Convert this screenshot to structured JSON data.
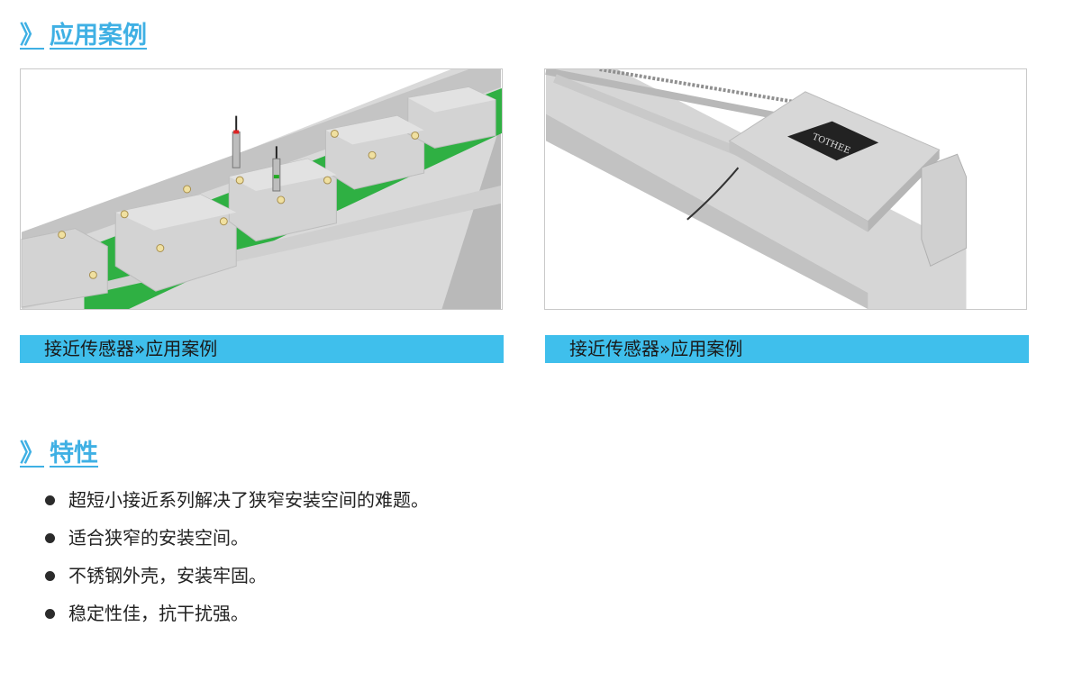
{
  "sections": {
    "cases": {
      "chevron": "》",
      "title": "应用案例"
    },
    "features": {
      "chevron": "》",
      "title": "特性"
    }
  },
  "cases": [
    {
      "caption": "接近传感器»应用案例",
      "image": "sensor-conveyor-illustration"
    },
    {
      "caption": "接近传感器»应用案例",
      "image": "linear-stage-illustration",
      "brand_label": "TOTHEE"
    }
  ],
  "features": [
    "超短小接近系列解决了狭窄安装空间的难题。",
    "适合狭窄的安装空间。",
    "不锈钢外壳，安装牢固。",
    "稳定性佳，抗干扰强。"
  ],
  "colors": {
    "accent": "#3fb0e4",
    "caption_bar": "#3fbfec",
    "belt_green": "#2fb043"
  }
}
